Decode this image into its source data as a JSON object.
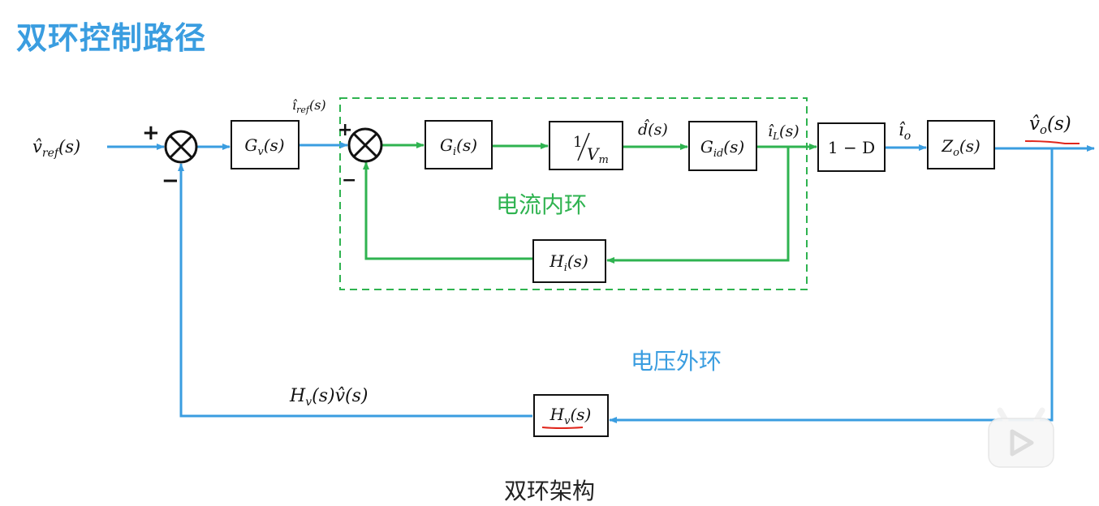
{
  "title": "双环控制路径",
  "caption": "双环架构",
  "colors": {
    "title": "#3a9de0",
    "outer_loop": "#3a9de0",
    "inner_loop": "#2fb350",
    "block_border": "#111111",
    "annotation": "#e0251b"
  },
  "signals": {
    "v_ref": "v̂ref(s)",
    "i_ref": "îref(s)",
    "d": "d̂(s)",
    "i_L": "îL(s)",
    "i_o": "îo",
    "v_o": "v̂o(s)",
    "feedback": "Hv(s)v̂(s)"
  },
  "signal_parts": {
    "v_ref": {
      "base": "v̂",
      "sub": "ref",
      "tail": "(s)"
    },
    "i_ref": {
      "base": "î",
      "sub": "ref",
      "tail": "(s)"
    },
    "d": {
      "base": "d̂",
      "sub": "",
      "tail": "(s)"
    },
    "i_L": {
      "base": "î",
      "sub": "L",
      "tail": "(s)"
    },
    "i_o": {
      "base": "î",
      "sub": "o",
      "tail": ""
    },
    "v_o": {
      "base": "v̂",
      "sub": "o",
      "tail": "(s)"
    },
    "feedback": {
      "base": "H",
      "sub": "v",
      "tail": "(s)v̂(s)"
    }
  },
  "blocks": {
    "Gv": {
      "base": "G",
      "sub": "v",
      "tail": "(s)"
    },
    "Gi": {
      "base": "G",
      "sub": "i",
      "tail": "(s)"
    },
    "Vm": {
      "num": "1",
      "den_base": "V",
      "den_sub": "m"
    },
    "Gid": {
      "base": "G",
      "sub": "id",
      "tail": "(s)"
    },
    "oneMinusD": {
      "text": "1 − D"
    },
    "Zo": {
      "base": "Z",
      "sub": "o",
      "tail": "(s)"
    },
    "Hi": {
      "base": "H",
      "sub": "i",
      "tail": "(s)"
    },
    "Hv": {
      "base": "H",
      "sub": "v",
      "tail": "(s)"
    }
  },
  "summing_junctions": {
    "outer": {
      "plus": "+",
      "minus": "−"
    },
    "inner": {
      "plus": "+",
      "minus": "−"
    }
  },
  "loop_labels": {
    "inner": "电流内环",
    "outer": "电压外环"
  },
  "watermark": {
    "icon": "tv-play-icon"
  }
}
